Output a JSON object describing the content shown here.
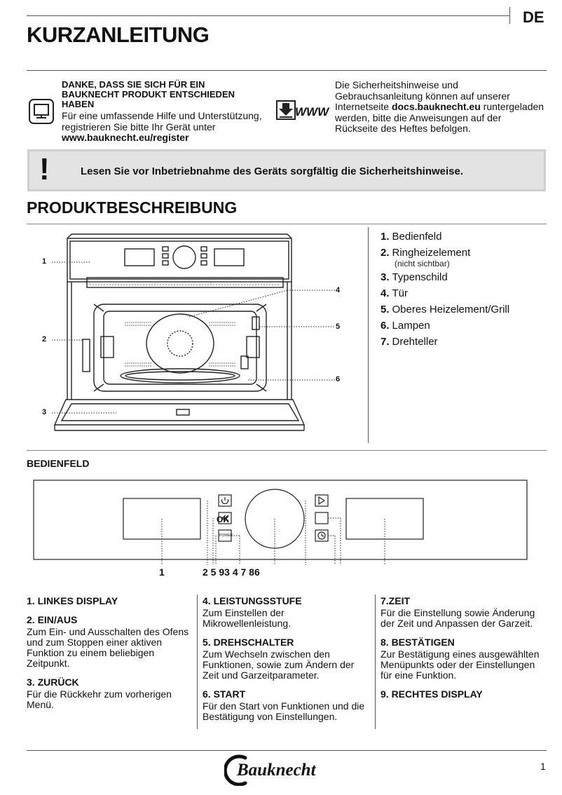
{
  "header": {
    "lang": "DE",
    "title": "KURZANLEITUNG"
  },
  "info": {
    "left_heading": "DANKE, DASS SIE SICH FÜR EIN BAUKNECHT PRODUKT ENTSCHIEDEN HABEN",
    "left_text": "Für eine umfassende Hilfe und Unterstützung, registrieren Sie bitte Ihr Gerät unter",
    "left_link": "www.bauknecht.eu/register",
    "www_label": "WWW",
    "right_text_1": "Die Sicherheitshinweise und Gebrauchsanleitung können auf unserer Internetseite",
    "right_link": "docs.bauknecht.eu",
    "right_text_2": "runtergeladen werden, bitte die Anweisungen auf der Rückseite des Heftes befolgen."
  },
  "warning": {
    "mark": "!",
    "text": "Lesen Sie vor Inbetriebnahme des Geräts sorgfältig die Sicherheitshinweise."
  },
  "product": {
    "title": "PRODUKTBESCHREIBUNG",
    "diagram_labels": [
      "1",
      "2",
      "3",
      "4",
      "5",
      "6"
    ],
    "parts": [
      {
        "num": "1.",
        "label": "Bedienfeld",
        "sub": ""
      },
      {
        "num": "2.",
        "label": "Ringheizelement",
        "sub": "(nicht sichtbar)"
      },
      {
        "num": "3.",
        "label": "Typenschild",
        "sub": ""
      },
      {
        "num": "4.",
        "label": "Tür",
        "sub": ""
      },
      {
        "num": "5.",
        "label": "Oberes Heizelement/Grill",
        "sub": ""
      },
      {
        "num": "6.",
        "label": "Lampen",
        "sub": ""
      },
      {
        "num": "7.",
        "label": "Drehteller",
        "sub": ""
      }
    ]
  },
  "panel": {
    "title": "BEDIENFELD",
    "ok_label": "OK",
    "power_label": "POWER",
    "num_left": "1",
    "num_group": "2 5 93 4 7 86"
  },
  "descriptions": {
    "col1": [
      {
        "h": "1. LINKES DISPLAY",
        "t": ""
      },
      {
        "h": "2. EIN/AUS",
        "t": "Zum Ein- und Ausschalten des Ofens und zum Stoppen einer aktiven Funktion zu einem beliebigen Zeitpunkt."
      },
      {
        "h": "3. ZURÜCK",
        "t": "Für die Rückkehr zum vorherigen Menü."
      }
    ],
    "col2": [
      {
        "h": "4. LEISTUNGSSTUFE",
        "t": "Zum Einstellen der Mikrowellenleistung."
      },
      {
        "h": "5. DREHSCHALTER",
        "t": "Zum Wechseln zwischen den Funktionen, sowie zum Ändern der Zeit und Garzeitparameter."
      },
      {
        "h": "6. START",
        "t": "Für den Start von Funktionen und die Bestätigung von Einstellungen."
      }
    ],
    "col3": [
      {
        "h": "7.ZEIT",
        "t": "Für die Einstellung sowie Änderung der Zeit und Anpassen der Garzeit."
      },
      {
        "h": "8. BESTÄTIGEN",
        "t": "Zur Bestätigung eines ausgewählten Menüpunkts oder der Einstellungen für eine Funktion."
      },
      {
        "h": "9. RECHTES DISPLAY",
        "t": ""
      }
    ]
  },
  "footer": {
    "brand": "Bauknecht",
    "page": "1"
  }
}
